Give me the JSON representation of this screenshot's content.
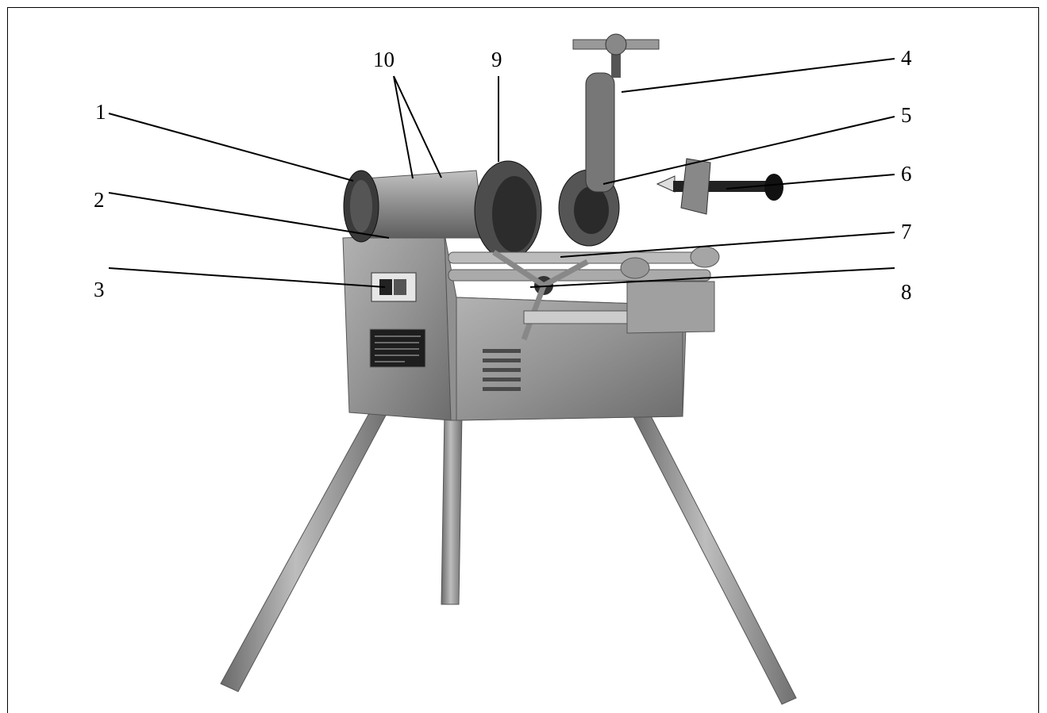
{
  "callouts": {
    "c1": "1",
    "c2": "2",
    "c3": "3",
    "c4": "4",
    "c5": "5",
    "c6": "6",
    "c7": "7",
    "c8": "8",
    "c9": "9",
    "c10": "10"
  },
  "colors": {
    "body": "#8f8f8f",
    "body_dark": "#6a6a6a",
    "body_light": "#b4b4b4",
    "black": "#1a1a1a",
    "leader": "#000000"
  }
}
